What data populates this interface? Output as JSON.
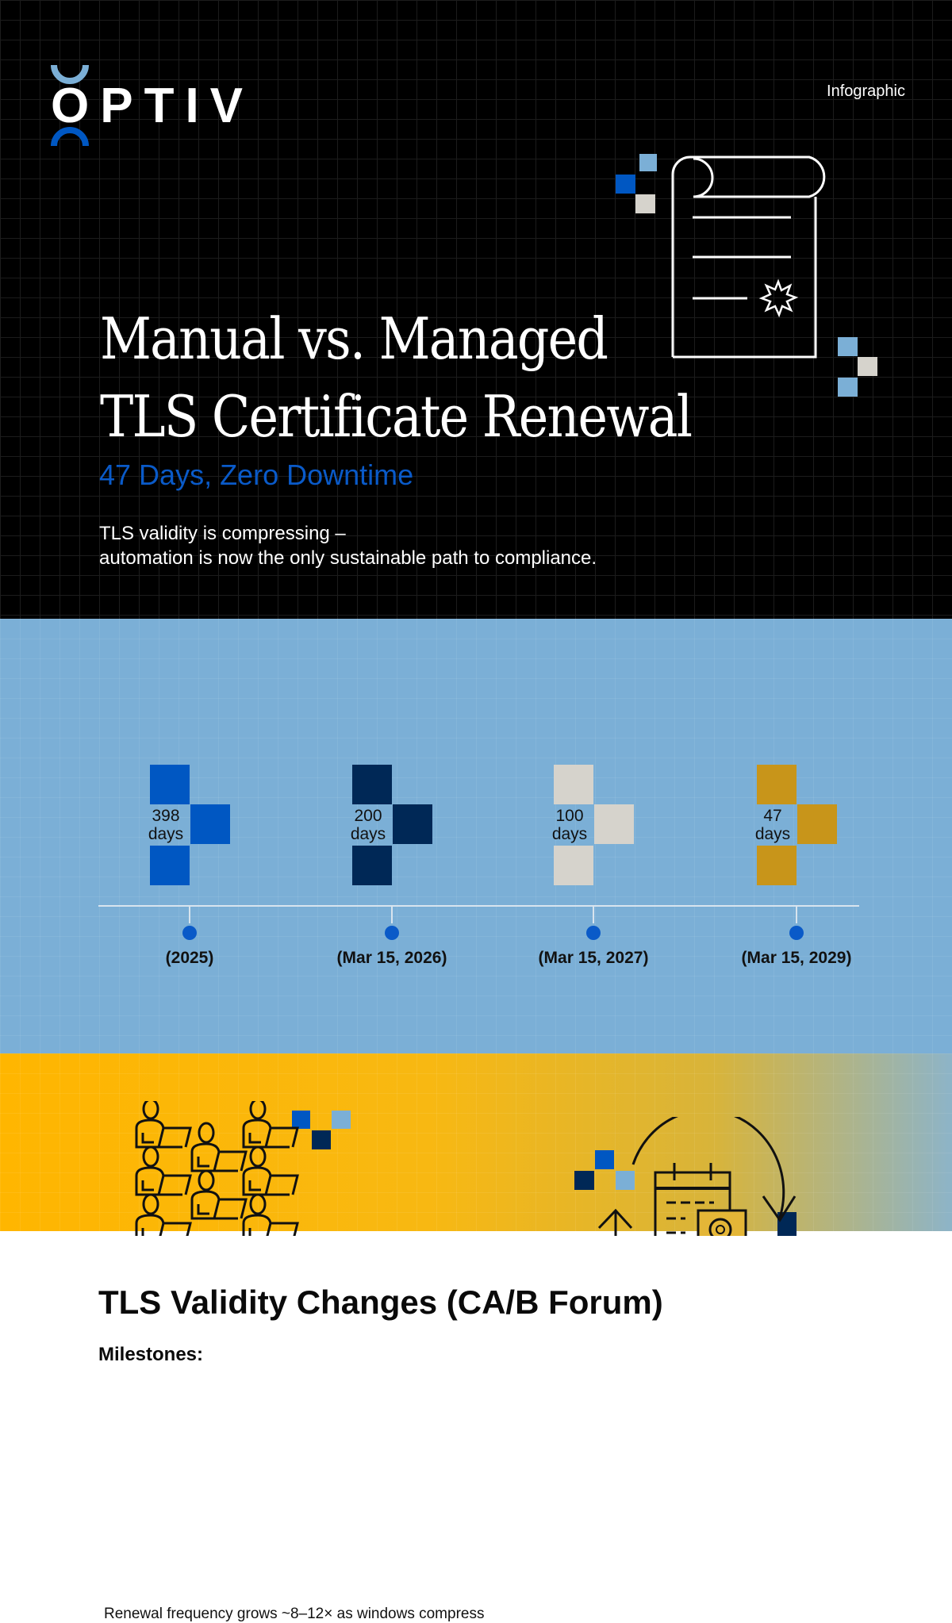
{
  "brand": {
    "logo": "OPTIV",
    "tag": "Infographic"
  },
  "hero": {
    "title_line1": "Manual vs. Managed",
    "title_line2": "TLS Certificate Renewal",
    "subtitle": "47 Days, Zero Downtime",
    "desc_line1": "TLS validity is compressing –",
    "desc_line2": "automation is now the only sustainable path to compliance."
  },
  "milestones": {
    "title": "TLS Validity Changes (CA/B Forum)",
    "label": "Milestones:",
    "items": [
      {
        "value": "398",
        "unit": "days",
        "date": "(2025)",
        "color": "#0057c2"
      },
      {
        "value": "200",
        "unit": "days",
        "date": "(Mar 15, 2026)",
        "color": "#002856"
      },
      {
        "value": "100",
        "unit": "days",
        "date": "(Mar 15, 2027)",
        "color": "#d6d3cc"
      },
      {
        "value": "47",
        "unit": "days",
        "date": "(Mar 15, 2029)",
        "color": "#c8951a"
      }
    ],
    "note": "Renewal frequency grows ~8–12× as windows compress"
  },
  "colors": {
    "blue": "#0057c2",
    "navy": "#002856",
    "light_blue": "#7bafd6",
    "cream": "#d6d3cc",
    "gold": "#ffb600"
  }
}
